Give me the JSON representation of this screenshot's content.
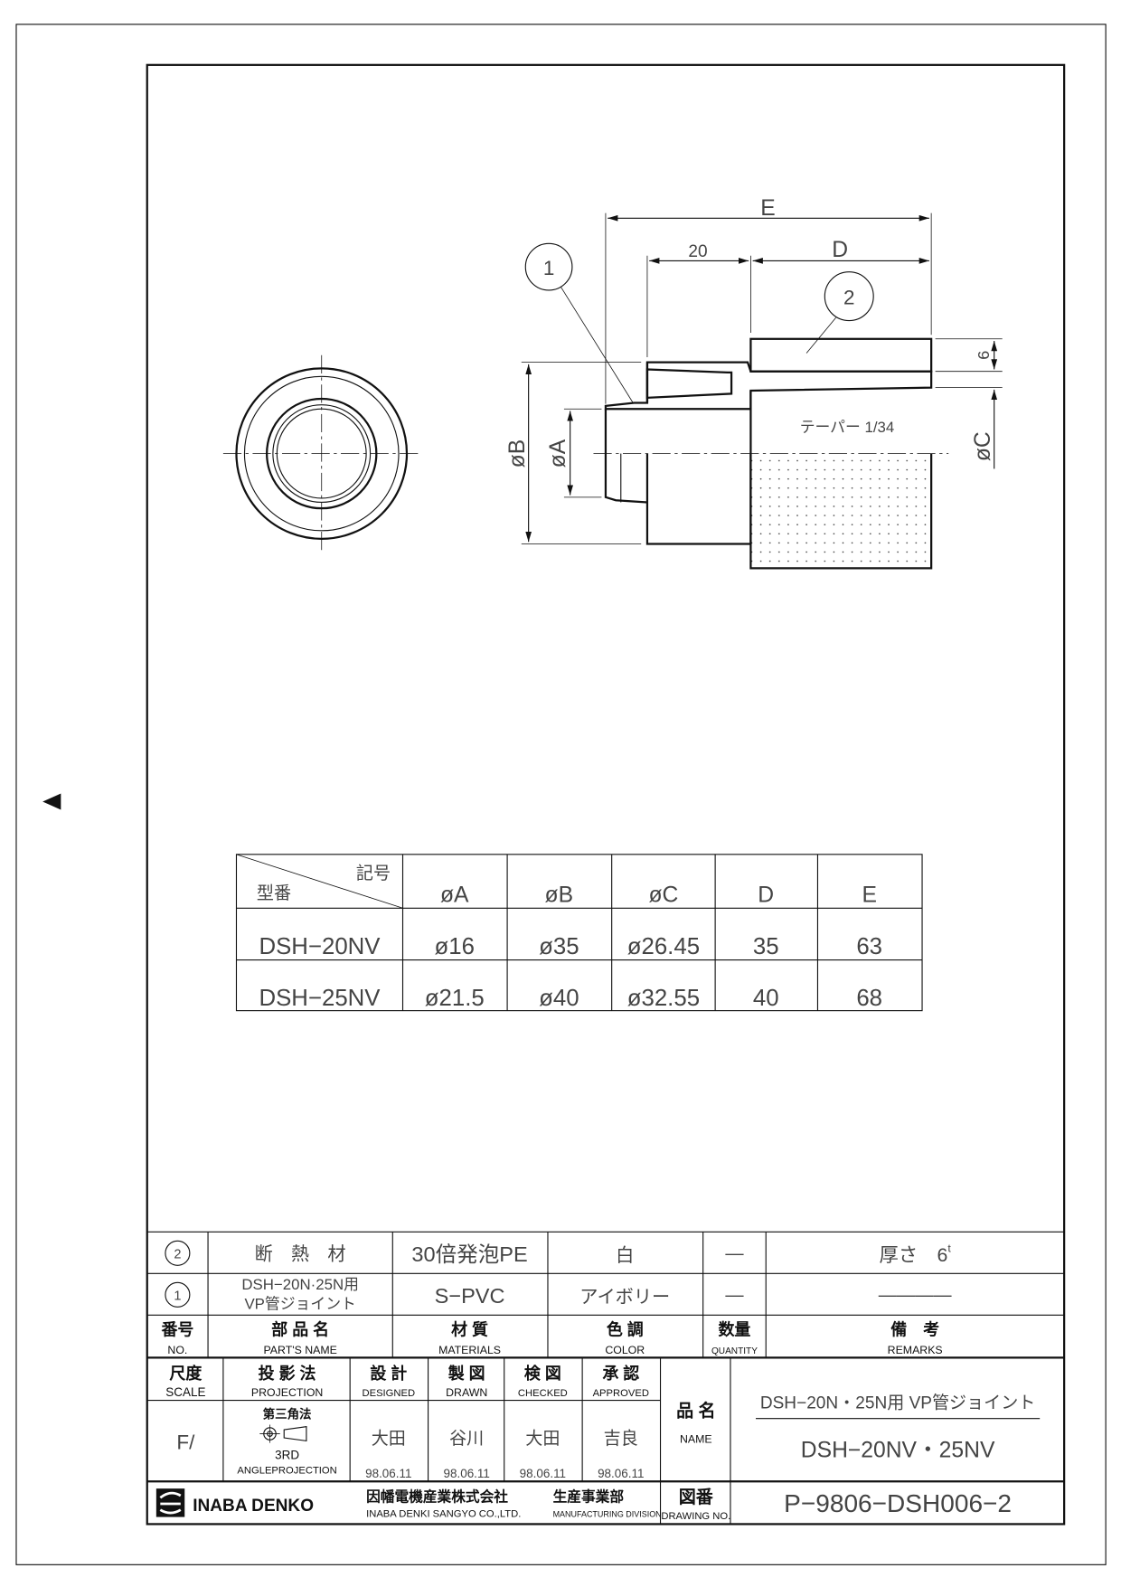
{
  "drawing": {
    "labels": {
      "E": "E",
      "twenty": "20",
      "D": "D",
      "six": "6",
      "phiB": "øB",
      "phiA": "øA",
      "phiC": "øC",
      "balloon1": "1",
      "balloon2": "2",
      "taper": "テーパー  1/34"
    },
    "side_marker_icon": "triangle-left-icon"
  },
  "dimension_table": {
    "corner_top": "記号",
    "corner_bottom": "型番",
    "headers": [
      "øA",
      "øB",
      "øC",
      "D",
      "E"
    ],
    "rows": [
      {
        "model": "DSH−20NV",
        "values": [
          "ø16",
          "ø35",
          "ø26.45",
          "35",
          "63"
        ]
      },
      {
        "model": "DSH−25NV",
        "values": [
          "ø21.5",
          "ø40",
          "ø32.55",
          "40",
          "68"
        ]
      }
    ]
  },
  "parts_list": {
    "rows": [
      {
        "no": "2",
        "name": "断　熱　材",
        "name2": "",
        "material": "30倍発泡PE",
        "color": "白",
        "quantity": "—",
        "remarks": "厚さ　6",
        "remarks_sup": "t"
      },
      {
        "no": "1",
        "name": "DSH−20N·25N用",
        "name2": "VP管ジョイント",
        "material": "S−PVC",
        "color": "アイボリー",
        "quantity": "—",
        "remarks": "————"
      }
    ],
    "headers": [
      {
        "jp": "番号",
        "en": "NO."
      },
      {
        "jp": "部 品 名",
        "en": "PART'S NAME"
      },
      {
        "jp": "材 質",
        "en": "MATERIALS"
      },
      {
        "jp": "色 調",
        "en": "COLOR"
      },
      {
        "jp": "数量",
        "en": "QUANTITY"
      },
      {
        "jp": "備　考",
        "en": "REMARKS"
      }
    ]
  },
  "title_block": {
    "headers": [
      {
        "jp": "尺度",
        "en": "SCALE"
      },
      {
        "jp": "投 影 法",
        "en": "PROJECTION"
      },
      {
        "jp": "設 計",
        "en": "DESIGNED"
      },
      {
        "jp": "製 図",
        "en": "DRAWN"
      },
      {
        "jp": "検 図",
        "en": "CHECKED"
      },
      {
        "jp": "承 認",
        "en": "APPROVED"
      }
    ],
    "scale": "F/",
    "projection": {
      "jp": "第三角法",
      "line1": "3RD",
      "line2": "ANGLEPROJECTION"
    },
    "signatures": [
      "大田",
      "谷川",
      "大田",
      "吉良"
    ],
    "dates": [
      "98.06.11",
      "98.06.11",
      "98.06.11",
      "98.06.11"
    ],
    "name_label": {
      "jp": "品 名",
      "en": "NAME"
    },
    "name_line1": "DSH−20N・25N用  VP管ジョイント",
    "name_line2": "DSH−20NV・25NV",
    "company_logo": "INABA DENKO",
    "company_jp": "因幡電機産業株式会社",
    "company_en": "INABA DENKI SANGYO CO.,LTD.",
    "division_jp": "生産事業部",
    "division_en": "MANUFACTURING DIVISION",
    "drawing_no_label": {
      "jp": "図番",
      "en": "DRAWING NO."
    },
    "drawing_no": "P−9806−DSH006−2"
  }
}
